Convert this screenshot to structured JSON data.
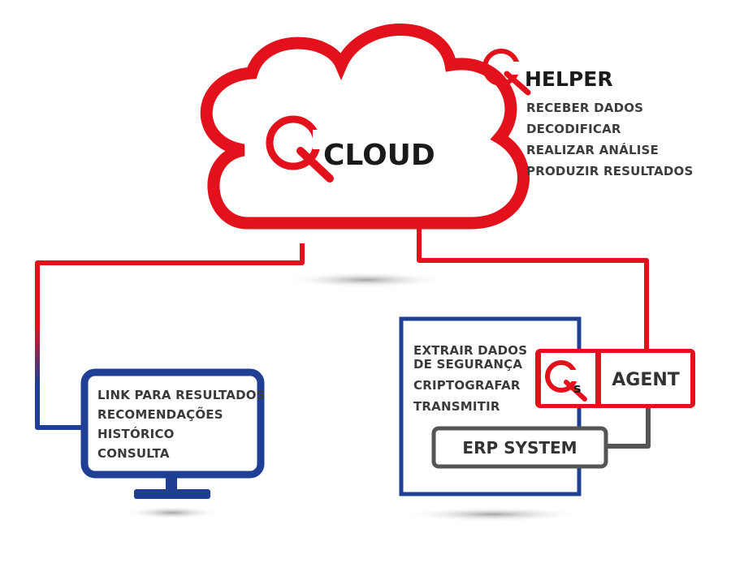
{
  "cloud": {
    "name": "CLOUD"
  },
  "helper": {
    "name": "HELPER",
    "tasks": [
      "RECEBER DADOS",
      "DECODIFICAR",
      "REALIZAR ANÁLISE",
      "PRODUZIR RESULTADOS"
    ]
  },
  "client_monitor": {
    "items": [
      "LINK PARA RESULTADOS",
      "RECOMENDAÇÕES",
      "HISTÓRICO",
      "CONSULTA"
    ]
  },
  "server": {
    "tasks": [
      "EXTRAIR DADOS",
      "DE SEGURANÇA",
      "CRIPTOGRAFAR",
      "TRANSMITIR"
    ],
    "agent_label": "AGENT",
    "agent_logo_letter": "s",
    "erp_label": "ERP SYSTEM"
  },
  "colors": {
    "brand_red": "#e3111b",
    "monitor_blue": "#1f3f95",
    "erp_gray": "#555555"
  }
}
